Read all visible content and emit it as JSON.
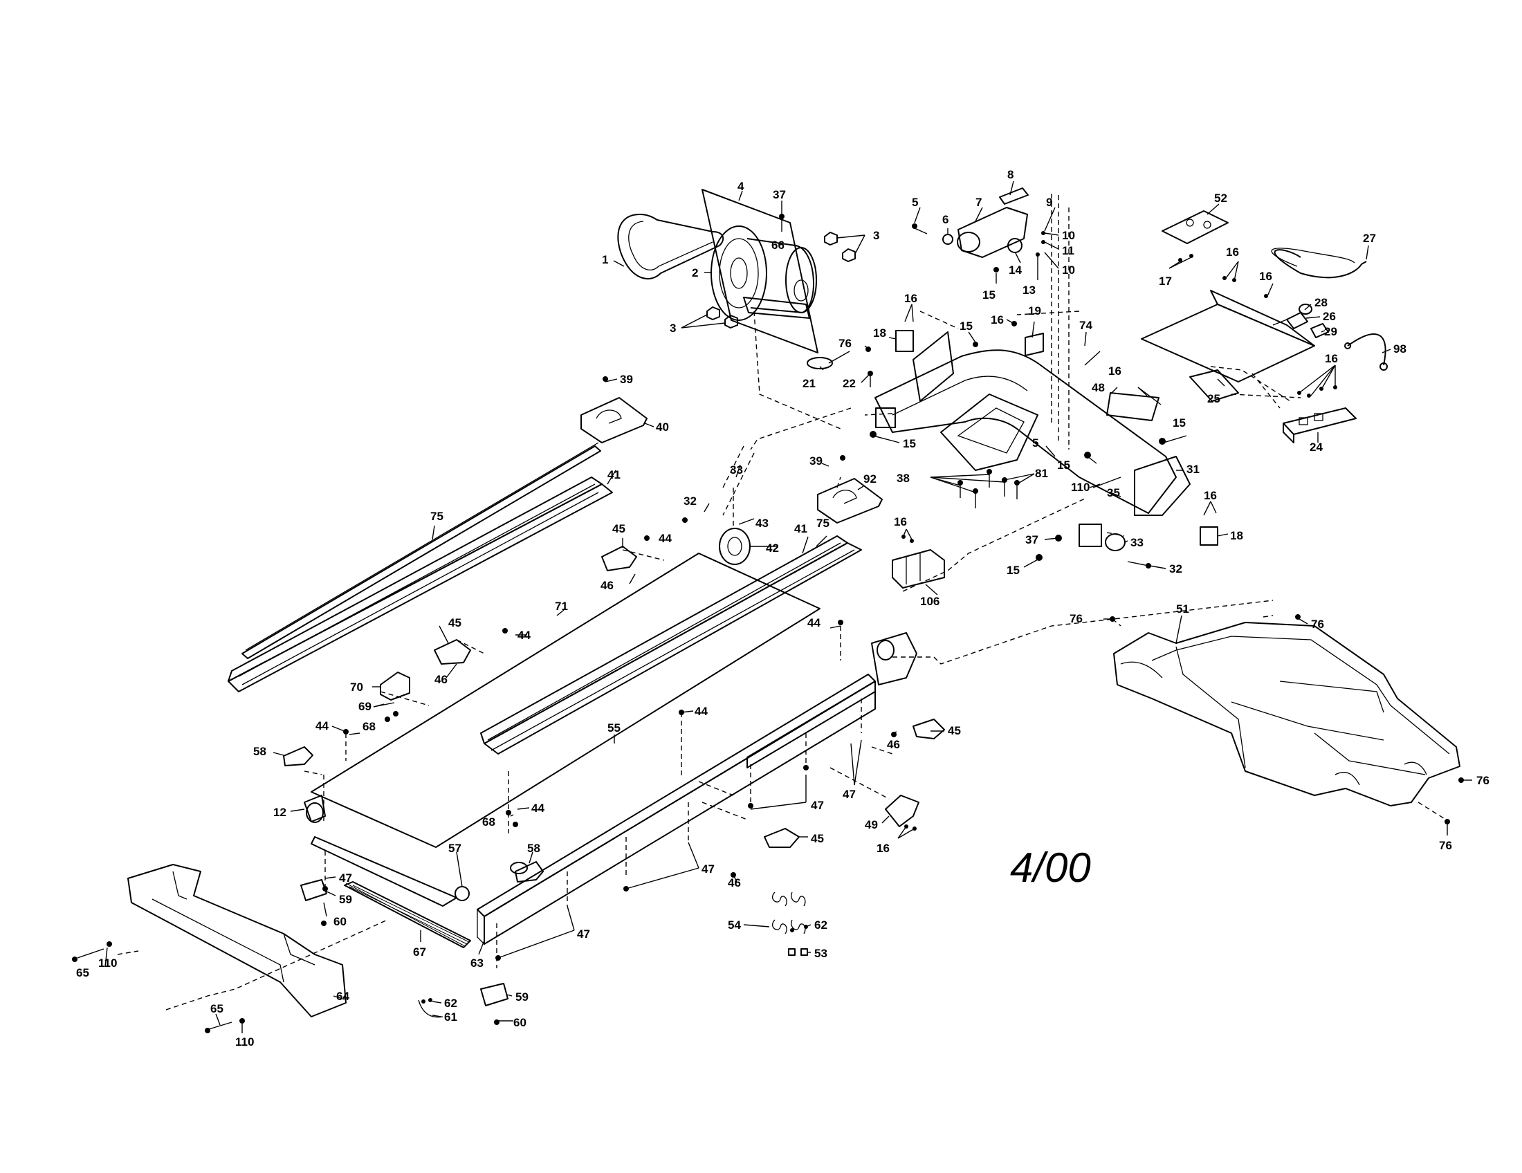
{
  "diagram": {
    "date_code": "4/00",
    "callouts": [
      {
        "id": "c1",
        "text": "1"
      },
      {
        "id": "c2",
        "text": "2"
      },
      {
        "id": "c3a",
        "text": "3"
      },
      {
        "id": "c3b",
        "text": "3"
      },
      {
        "id": "c4",
        "text": "4"
      },
      {
        "id": "c37a",
        "text": "37"
      },
      {
        "id": "c66",
        "text": "66"
      },
      {
        "id": "c5a",
        "text": "5"
      },
      {
        "id": "c6",
        "text": "6"
      },
      {
        "id": "c7",
        "text": "7"
      },
      {
        "id": "c8",
        "text": "8"
      },
      {
        "id": "c9",
        "text": "9"
      },
      {
        "id": "c10a",
        "text": "10"
      },
      {
        "id": "c11",
        "text": "11"
      },
      {
        "id": "c10b",
        "text": "10"
      },
      {
        "id": "c13",
        "text": "13"
      },
      {
        "id": "c14",
        "text": "14"
      },
      {
        "id": "c15a",
        "text": "15"
      },
      {
        "id": "c52",
        "text": "52"
      },
      {
        "id": "c27",
        "text": "27"
      },
      {
        "id": "c17",
        "text": "17"
      },
      {
        "id": "c16a",
        "text": "16"
      },
      {
        "id": "c16b",
        "text": "16"
      },
      {
        "id": "c28",
        "text": "28"
      },
      {
        "id": "c26",
        "text": "26"
      },
      {
        "id": "c29",
        "text": "29"
      },
      {
        "id": "c98",
        "text": "98"
      },
      {
        "id": "c16c",
        "text": "16"
      },
      {
        "id": "c25",
        "text": "25"
      },
      {
        "id": "c24",
        "text": "24"
      },
      {
        "id": "c16d",
        "text": "16"
      },
      {
        "id": "c18a",
        "text": "18"
      },
      {
        "id": "c15b",
        "text": "15"
      },
      {
        "id": "c16e",
        "text": "16"
      },
      {
        "id": "c19",
        "text": "19"
      },
      {
        "id": "c74",
        "text": "74"
      },
      {
        "id": "c76a",
        "text": "76"
      },
      {
        "id": "c21",
        "text": "21"
      },
      {
        "id": "c22",
        "text": "22"
      },
      {
        "id": "c16f",
        "text": "16"
      },
      {
        "id": "c48",
        "text": "48"
      },
      {
        "id": "c15c",
        "text": "15"
      },
      {
        "id": "c15d",
        "text": "15"
      },
      {
        "id": "c5b",
        "text": "5"
      },
      {
        "id": "c15e",
        "text": "15"
      },
      {
        "id": "c31",
        "text": "31"
      },
      {
        "id": "c38",
        "text": "38"
      },
      {
        "id": "c81",
        "text": "81"
      },
      {
        "id": "c110a",
        "text": "110"
      },
      {
        "id": "c35",
        "text": "35"
      },
      {
        "id": "c16g",
        "text": "16"
      },
      {
        "id": "c18b",
        "text": "18"
      },
      {
        "id": "c37b",
        "text": "37"
      },
      {
        "id": "c33a",
        "text": "33"
      },
      {
        "id": "c15f",
        "text": "15"
      },
      {
        "id": "c32a",
        "text": "32"
      },
      {
        "id": "c39a",
        "text": "39"
      },
      {
        "id": "c40",
        "text": "40"
      },
      {
        "id": "c41a",
        "text": "41"
      },
      {
        "id": "c75a",
        "text": "75"
      },
      {
        "id": "c33b",
        "text": "33"
      },
      {
        "id": "c43",
        "text": "43"
      },
      {
        "id": "c32b",
        "text": "32"
      },
      {
        "id": "c42",
        "text": "42"
      },
      {
        "id": "c39b",
        "text": "39"
      },
      {
        "id": "c92",
        "text": "92"
      },
      {
        "id": "c16h",
        "text": "16"
      },
      {
        "id": "c106",
        "text": "106"
      },
      {
        "id": "c41b",
        "text": "41"
      },
      {
        "id": "c75b",
        "text": "75"
      },
      {
        "id": "c45a",
        "text": "45"
      },
      {
        "id": "c44a",
        "text": "44"
      },
      {
        "id": "c46a",
        "text": "46"
      },
      {
        "id": "c71",
        "text": "71"
      },
      {
        "id": "c44b",
        "text": "44"
      },
      {
        "id": "c45b",
        "text": "45"
      },
      {
        "id": "c46b",
        "text": "46"
      },
      {
        "id": "c44c",
        "text": "44"
      },
      {
        "id": "c70",
        "text": "70"
      },
      {
        "id": "c69",
        "text": "69"
      },
      {
        "id": "c44d",
        "text": "44"
      },
      {
        "id": "c68a",
        "text": "68"
      },
      {
        "id": "c58a",
        "text": "58"
      },
      {
        "id": "c55",
        "text": "55"
      },
      {
        "id": "c44e",
        "text": "44"
      },
      {
        "id": "c45c",
        "text": "45"
      },
      {
        "id": "c46c",
        "text": "46"
      },
      {
        "id": "c12",
        "text": "12"
      },
      {
        "id": "c47a",
        "text": "47"
      },
      {
        "id": "c47b",
        "text": "47"
      },
      {
        "id": "c49",
        "text": "49"
      },
      {
        "id": "c16i",
        "text": "16"
      },
      {
        "id": "c68b",
        "text": "68"
      },
      {
        "id": "c44f",
        "text": "44"
      },
      {
        "id": "c45d",
        "text": "45"
      },
      {
        "id": "c57",
        "text": "57"
      },
      {
        "id": "c58b",
        "text": "58"
      },
      {
        "id": "c47c",
        "text": "47"
      },
      {
        "id": "c59a",
        "text": "59"
      },
      {
        "id": "c60a",
        "text": "60"
      },
      {
        "id": "c46d",
        "text": "46"
      },
      {
        "id": "c47d",
        "text": "47"
      },
      {
        "id": "c67",
        "text": "67"
      },
      {
        "id": "c63",
        "text": "63"
      },
      {
        "id": "c47e",
        "text": "47"
      },
      {
        "id": "c54",
        "text": "54"
      },
      {
        "id": "c62a",
        "text": "62"
      },
      {
        "id": "c53",
        "text": "53"
      },
      {
        "id": "c65a",
        "text": "65"
      },
      {
        "id": "c110b",
        "text": "110"
      },
      {
        "id": "c64",
        "text": "64"
      },
      {
        "id": "c62b",
        "text": "62"
      },
      {
        "id": "c61",
        "text": "61"
      },
      {
        "id": "c59b",
        "text": "59"
      },
      {
        "id": "c60b",
        "text": "60"
      },
      {
        "id": "c65b",
        "text": "65"
      },
      {
        "id": "c110c",
        "text": "110"
      },
      {
        "id": "c76b",
        "text": "76"
      },
      {
        "id": "c51",
        "text": "51"
      },
      {
        "id": "c76c",
        "text": "76"
      },
      {
        "id": "c76d",
        "text": "76"
      },
      {
        "id": "c76e",
        "text": "76"
      }
    ]
  }
}
